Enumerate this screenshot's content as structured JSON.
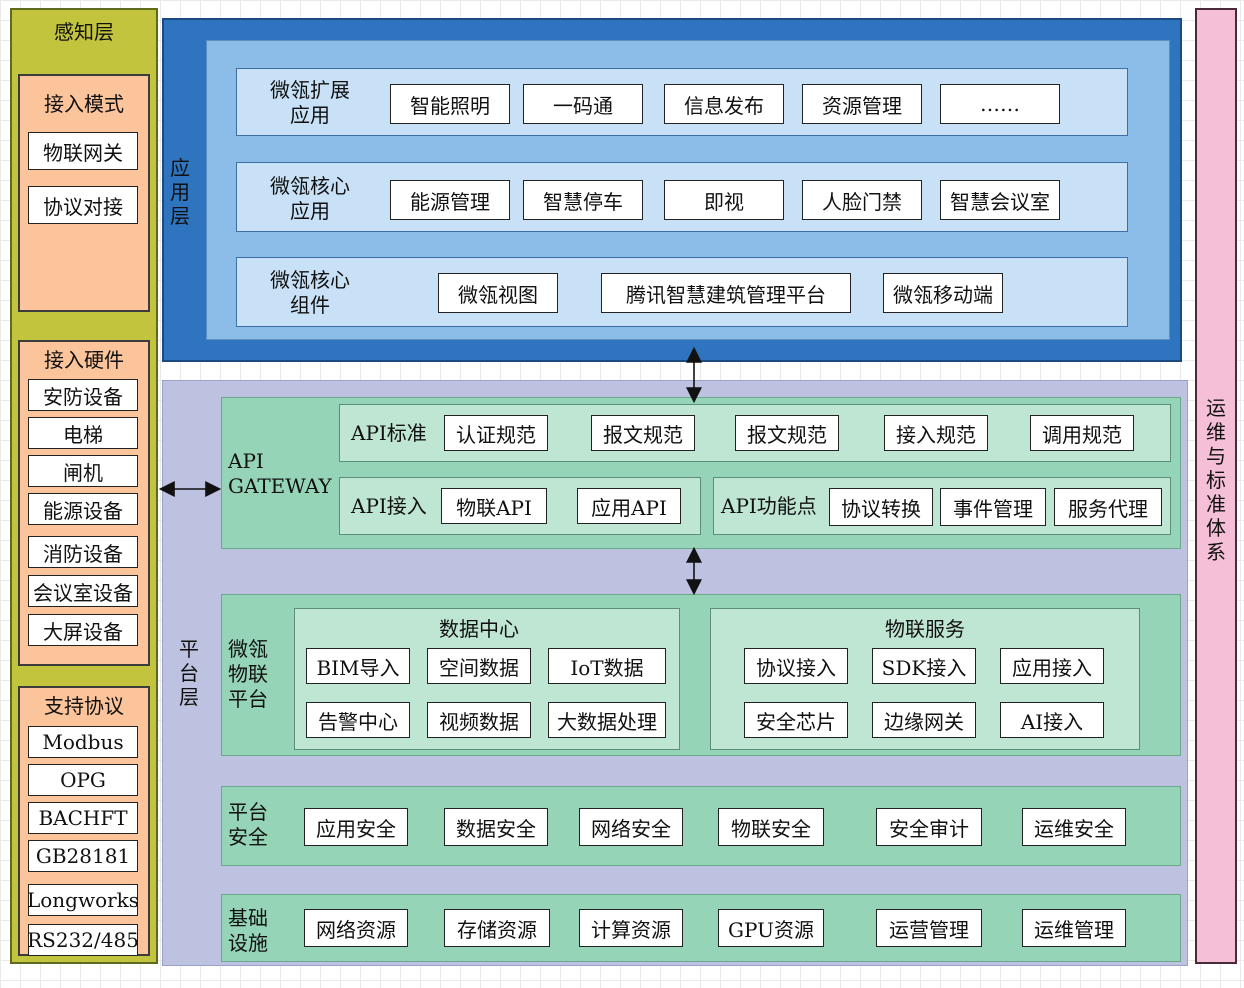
{
  "perception": {
    "title": "感知层",
    "access_mode": {
      "title": "接入模式",
      "items": [
        "物联网关",
        "协议对接"
      ]
    },
    "access_hw": {
      "title": "接入硬件",
      "items": [
        "安防设备",
        "电梯",
        "闸机",
        "能源设备",
        "消防设备",
        "会议室设备",
        "大屏设备"
      ]
    },
    "protocols": {
      "title": "支持协议",
      "items": [
        "Modbus",
        "OPG",
        "BACHFT",
        "GB28181",
        "Longworks",
        "RS232/485"
      ]
    }
  },
  "application": {
    "title": "应用层",
    "rows": [
      {
        "label": "微瓴扩展\n应用",
        "items": [
          "智能照明",
          "一码通",
          "信息发布",
          "资源管理",
          "……"
        ]
      },
      {
        "label": "微瓴核心\n应用",
        "items": [
          "能源管理",
          "智慧停车",
          "即视",
          "人脸门禁",
          "智慧会议室"
        ]
      },
      {
        "label": "微瓴核心\n组件",
        "items": [
          "微瓴视图",
          "腾讯智慧建筑管理平台",
          "微瓴移动端"
        ]
      }
    ]
  },
  "platform": {
    "title": "平台层",
    "gateway": {
      "label": "API\nGATEWAY",
      "standard": {
        "label": "API标准",
        "items": [
          "认证规范",
          "报文规范",
          "报文规范",
          "接入规范",
          "调用规范"
        ]
      },
      "access": {
        "label": "API接入",
        "items": [
          "物联API",
          "应用API"
        ]
      },
      "features": {
        "label": "API功能点",
        "items": [
          "协议转换",
          "事件管理",
          "服务代理"
        ]
      }
    },
    "iot": {
      "label": "微瓴\n物联\n平台",
      "data_center": {
        "title": "数据中心",
        "items": [
          "BIM导入",
          "空间数据",
          "IoT数据",
          "告警中心",
          "视频数据",
          "大数据处理"
        ]
      },
      "iot_service": {
        "title": "物联服务",
        "items": [
          "协议接入",
          "SDK接入",
          "应用接入",
          "安全芯片",
          "边缘网关",
          "AI接入"
        ]
      }
    },
    "security": {
      "label": "平台\n安全",
      "items": [
        "应用安全",
        "数据安全",
        "网络安全",
        "物联安全",
        "安全审计",
        "运维安全"
      ]
    },
    "infra": {
      "label": "基础\n设施",
      "items": [
        "网络资源",
        "存储资源",
        "计算资源",
        "GPU资源",
        "运营管理",
        "运维管理"
      ]
    }
  },
  "ops": {
    "title": "运维与标准体系"
  },
  "colors": {
    "perception": "#c2c43e",
    "perception_inner": "#fcc49a",
    "app_outer": "#2f74bf",
    "app_inner": "#8cbde8",
    "app_row": "#c9e1f7",
    "platform": "#bcc2e0",
    "green": "#96d4b8",
    "green_inner": "#bfe5d3",
    "ops": "#f6bfd8"
  }
}
